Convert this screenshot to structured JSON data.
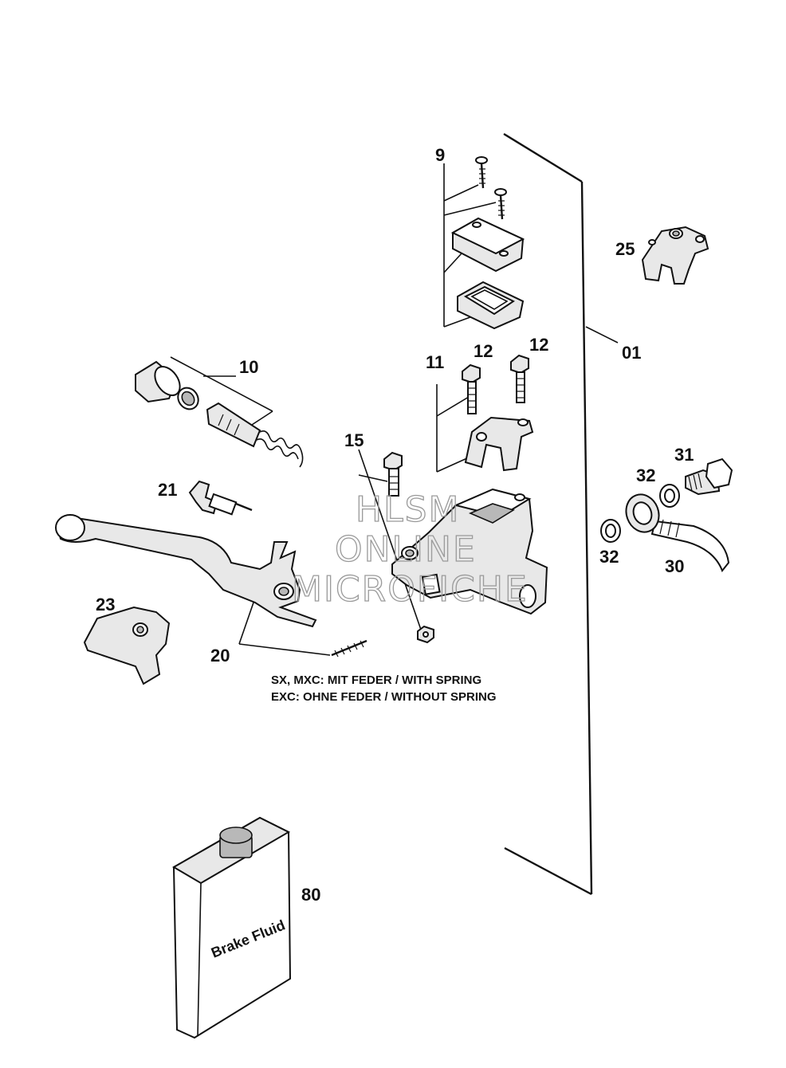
{
  "diagram": {
    "part_numbers": {
      "p01": "01",
      "p09": "9",
      "p10": "10",
      "p11": "11",
      "p12a": "12",
      "p12b": "12",
      "p15": "15",
      "p20": "20",
      "p21": "21",
      "p23": "23",
      "p25": "25",
      "p30": "30",
      "p31": "31",
      "p32a": "32",
      "p32b": "32",
      "p80": "80"
    },
    "notes": {
      "spring_line1": "SX, MXC: MIT FEDER / WITH SPRING",
      "spring_line2": "EXC: OHNE FEDER / WITHOUT SPRING"
    },
    "can_label": "Brake Fluid",
    "watermark": {
      "line1": "HLSM",
      "line2": "ONLINE",
      "line3": "MICROFICHE"
    }
  }
}
